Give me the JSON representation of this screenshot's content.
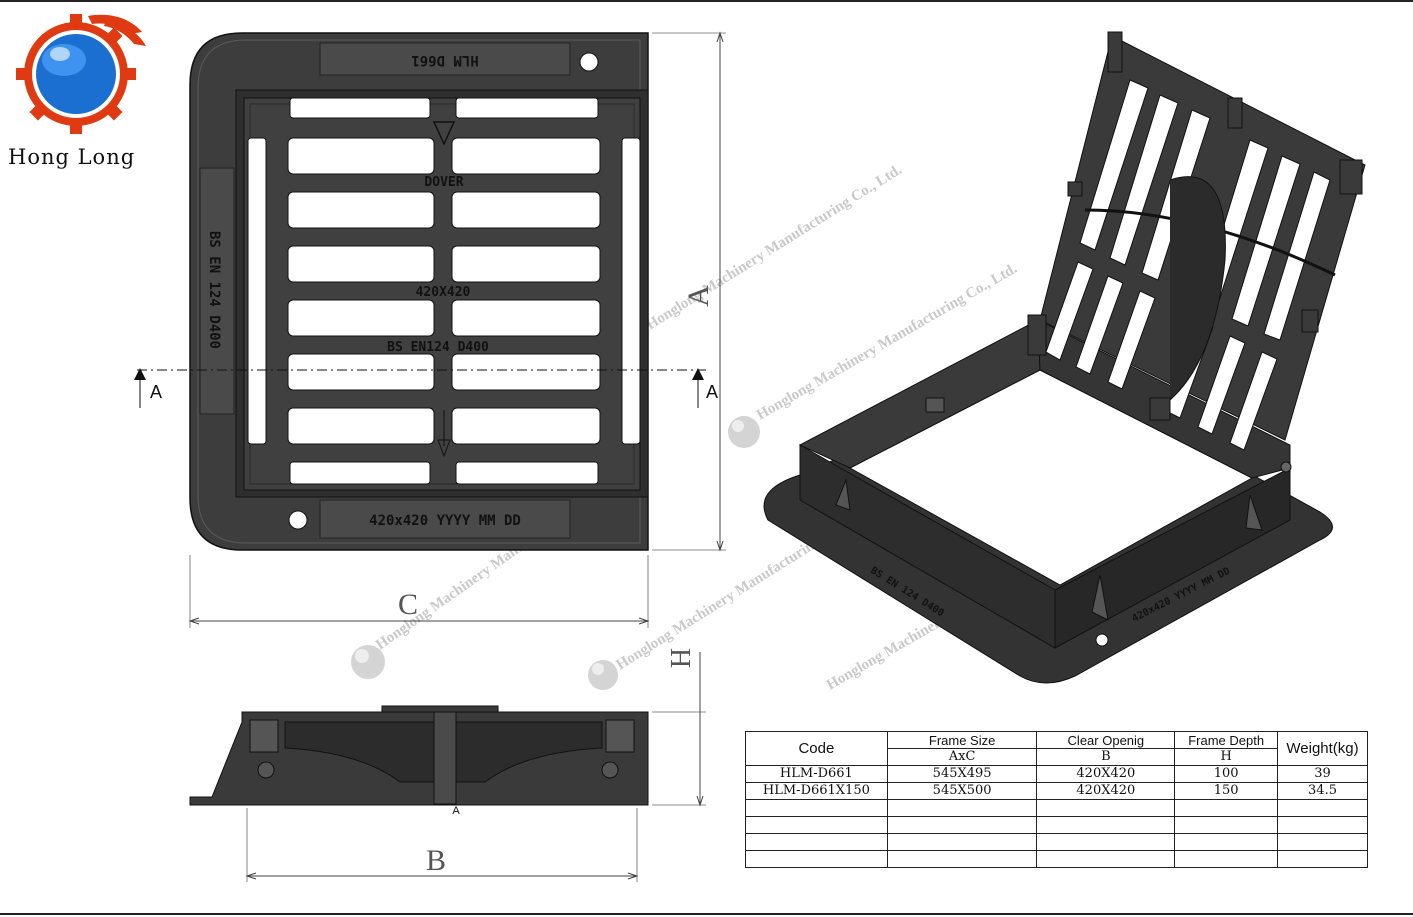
{
  "brand": {
    "name": "Hong  Long",
    "colors": {
      "globe": "#1a6fd0",
      "ring": "#e03a12"
    }
  },
  "plan_view": {
    "frame_top_text": "HLM    D661",
    "frame_left_text": "BS EN 124 D400",
    "frame_bottom_text": "420x420   YYYY MM DD",
    "grate_texts": [
      "DOVER",
      "420X420",
      "BS EN124 D400"
    ],
    "section_marker": "A",
    "dimension_vertical": "A",
    "dimension_horizontal": "C"
  },
  "section_view": {
    "dimension_height": "H",
    "dimension_width": "B",
    "section_label": "A"
  },
  "iso_view": {
    "frame_texts": [
      "BS EN 124 D400",
      "420x420   YYYY MM DD"
    ]
  },
  "watermark": {
    "text": "Honglong Machinery Manufacturing Co., Ltd."
  },
  "spec_table": {
    "headers": {
      "code": "Code",
      "frame_size": "Frame Size",
      "frame_size_sub": "AxC",
      "clear_opening": "Clear Openig",
      "clear_opening_sub": "B",
      "frame_depth": "Frame Depth",
      "frame_depth_sub": "H",
      "weight": "Weight(kg)"
    },
    "rows": [
      {
        "code": "HLM-D661",
        "frame_size": "545X495",
        "clear_opening": "420X420",
        "frame_depth": "100",
        "weight": "39"
      },
      {
        "code": "HLM-D661X150",
        "frame_size": "545X500",
        "clear_opening": "420X420",
        "frame_depth": "150",
        "weight": "34.5"
      },
      {
        "code": "",
        "frame_size": "",
        "clear_opening": "",
        "frame_depth": "",
        "weight": ""
      },
      {
        "code": "",
        "frame_size": "",
        "clear_opening": "",
        "frame_depth": "",
        "weight": ""
      },
      {
        "code": "",
        "frame_size": "",
        "clear_opening": "",
        "frame_depth": "",
        "weight": ""
      },
      {
        "code": "",
        "frame_size": "",
        "clear_opening": "",
        "frame_depth": "",
        "weight": ""
      }
    ]
  }
}
